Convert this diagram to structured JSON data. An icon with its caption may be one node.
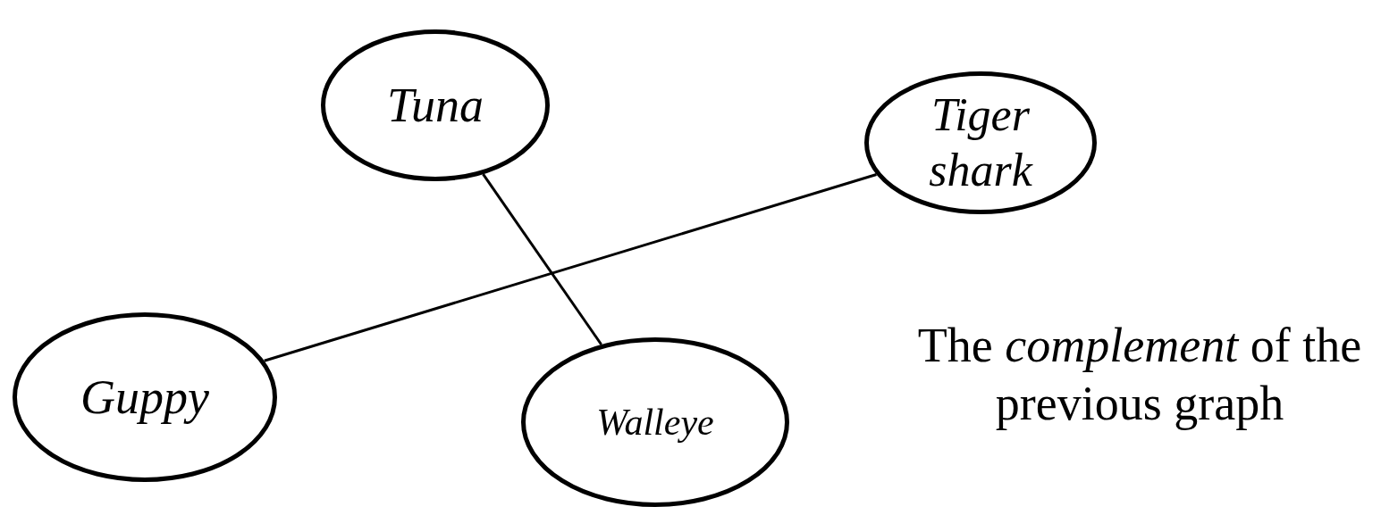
{
  "diagram": {
    "nodes": [
      {
        "text": [
          "Tuna"
        ]
      },
      {
        "text": [
          "Tiger shark"
        ]
      },
      {
        "text": [
          "Guppy"
        ]
      },
      {
        "text": [
          "Walleye"
        ]
      }
    ],
    "edges": [
      {
        "from": 0,
        "to": 3,
        "arrow": "none"
      },
      {
        "from": 2,
        "to": 1,
        "arrow": "none"
      }
    ],
    "labels": [
      "The *complement* of the previous graph"
    ]
  }
}
